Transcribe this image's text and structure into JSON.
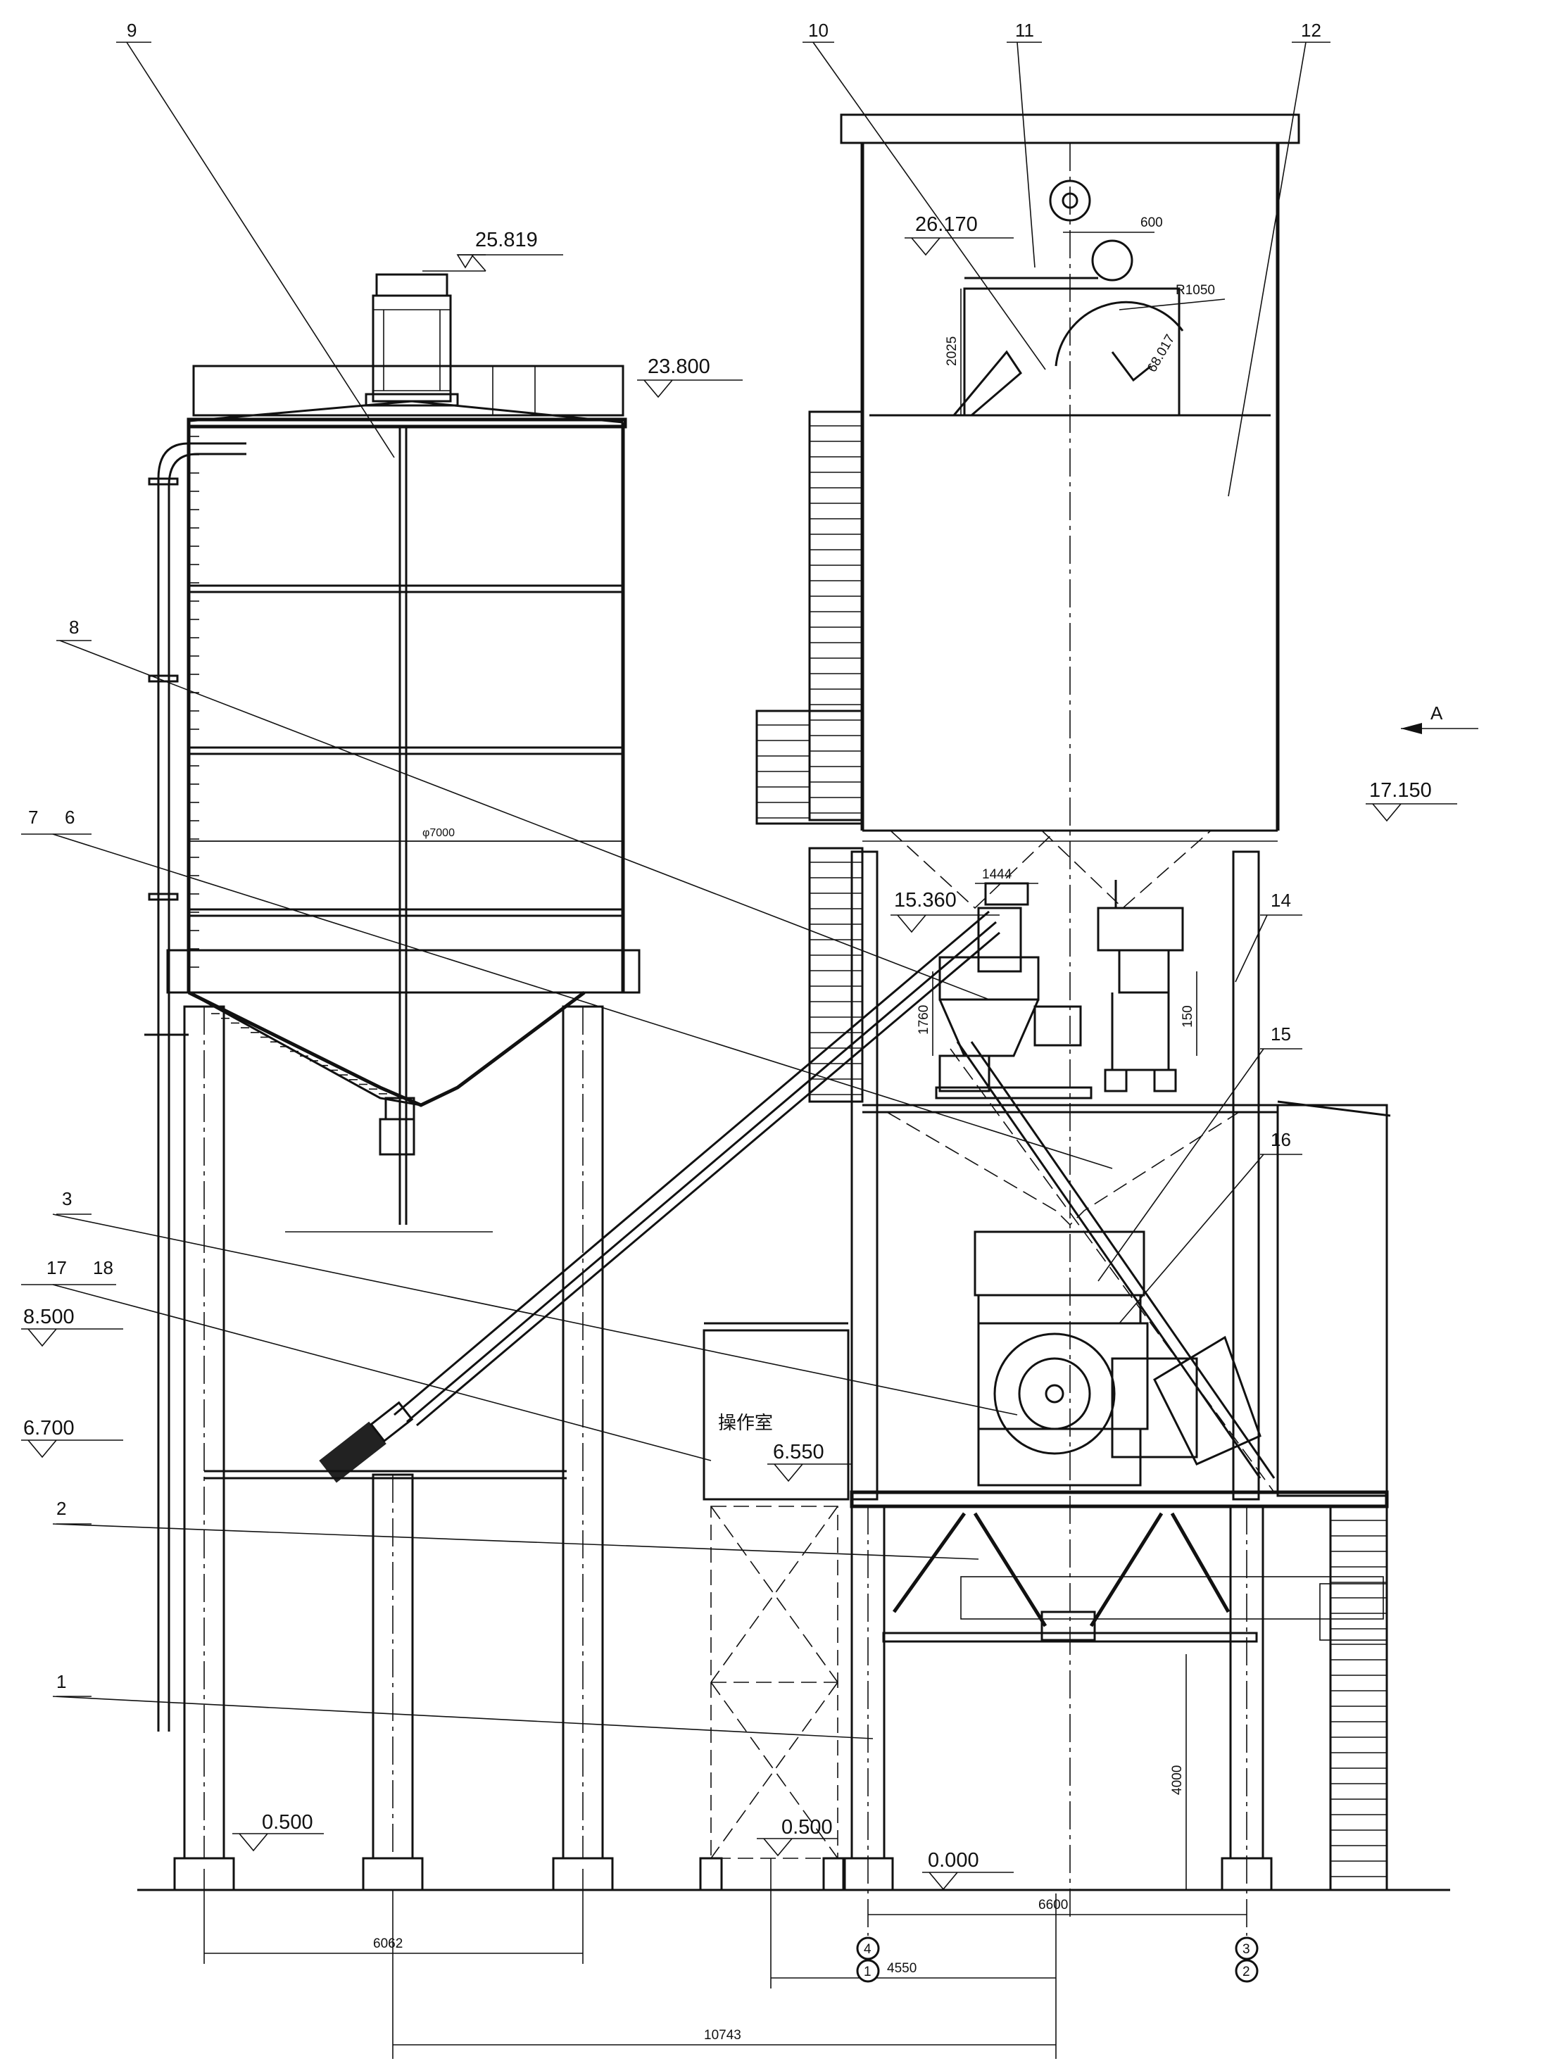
{
  "part_numbers": {
    "p1": "1",
    "p2": "2",
    "p3": "3",
    "p6": "6",
    "p7": "7",
    "p8": "8",
    "p9": "9",
    "p10": "10",
    "p11": "11",
    "p12": "12",
    "p14": "14",
    "p15": "15",
    "p16": "16",
    "p17": "17",
    "p18": "18"
  },
  "elevations": {
    "e25819": "25.819",
    "e23800": "23.800",
    "e26170": "26.170",
    "e17150": "17.150",
    "e15360": "15.360",
    "e8500": "8.500",
    "e6700": "6.700",
    "e6550": "6.550",
    "e0500a": "0.500",
    "e0500b": "0.500",
    "e0000": "0.000"
  },
  "dimensions": {
    "d600": "600",
    "dR1050": "R1050",
    "d68017": "68.017",
    "d2025": "2025",
    "d7000": "φ7000",
    "d1444": "1444",
    "d1760": "1760",
    "d150": "150",
    "d4000": "4000",
    "d6600": "6600",
    "d6062": "6062",
    "d4550": "4550",
    "d10743": "10743"
  },
  "view_marker": "A",
  "room_label": "操作室",
  "axis_labels": {
    "left_top": "4",
    "left_bottom": "1",
    "right_top": "3",
    "right_bottom": "2"
  }
}
